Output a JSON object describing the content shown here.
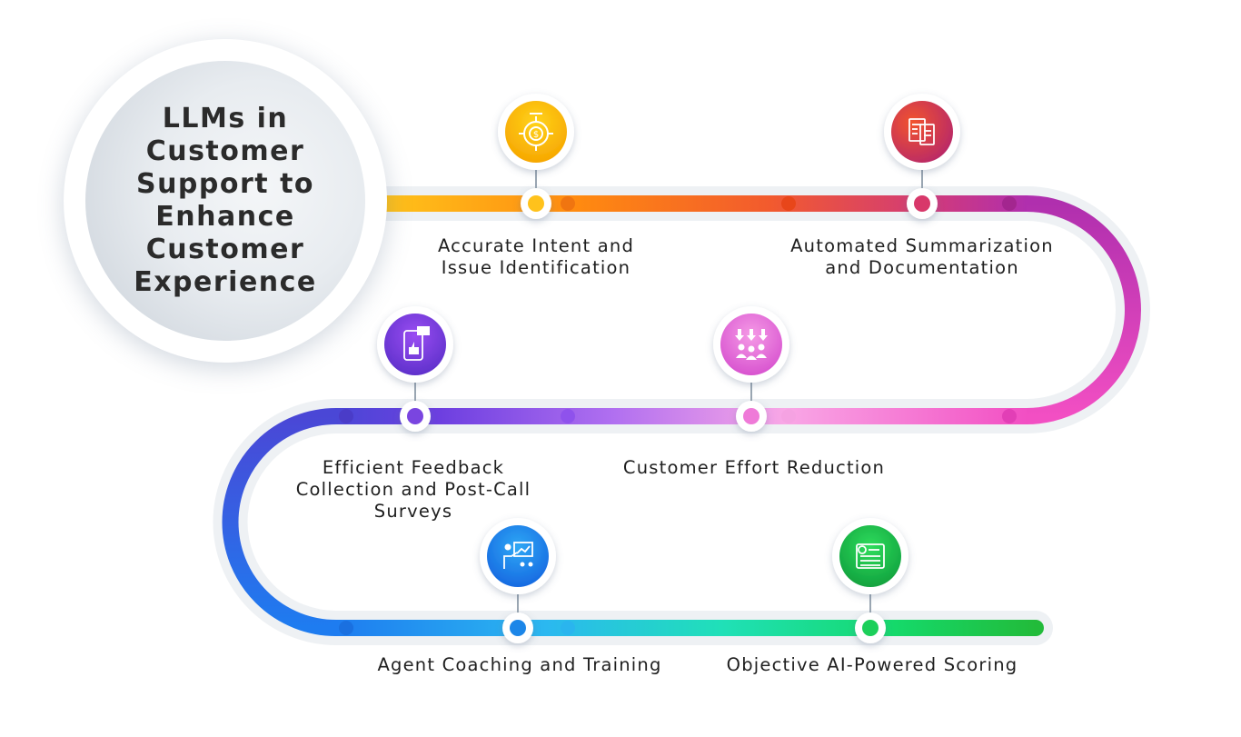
{
  "title": "LLMs in Customer Support to Enhance Customer Experience",
  "steps": [
    {
      "label": "Accurate Intent and\nIssue Identification",
      "icon": "gear-target-icon",
      "color_from": "#ffd31a",
      "color_to": "#f6a400"
    },
    {
      "label": "Automated Summarization\nand Documentation",
      "icon": "documents-icon",
      "color_from": "#f2542d",
      "color_to": "#b3246e"
    },
    {
      "label": "Efficient Feedback\nCollection and Post-Call\nSurveys",
      "icon": "feedback-phone-icon",
      "color_from": "#9a4df2",
      "color_to": "#5b2fc9"
    },
    {
      "label": "Customer Effort Reduction",
      "icon": "people-arrows-icon",
      "color_from": "#f59ae6",
      "color_to": "#d64fce"
    },
    {
      "label": "Agent Coaching and Training",
      "icon": "trainer-board-icon",
      "color_from": "#2ea8f5",
      "color_to": "#1565e0"
    },
    {
      "label": "Objective AI-Powered Scoring",
      "icon": "scorecard-icon",
      "color_from": "#2fdc5c",
      "color_to": "#0f9e3c"
    }
  ],
  "colors": {
    "track_1": [
      "#ffc21a",
      "#ff8a10",
      "#f25a2e",
      "#d13a7a",
      "#b02fae"
    ],
    "turn_right": [
      "#b02fae",
      "#e046c9"
    ],
    "track_2": [
      "#f24fc3",
      "#f9a7e6",
      "#b06ff0",
      "#6d3fe0",
      "#4a47d6"
    ],
    "turn_left": [
      "#4a47d6",
      "#1e7cf0"
    ],
    "track_3": [
      "#1e7cf0",
      "#2bb8f0",
      "#20e0b8",
      "#15d96a",
      "#22bb3a"
    ]
  }
}
